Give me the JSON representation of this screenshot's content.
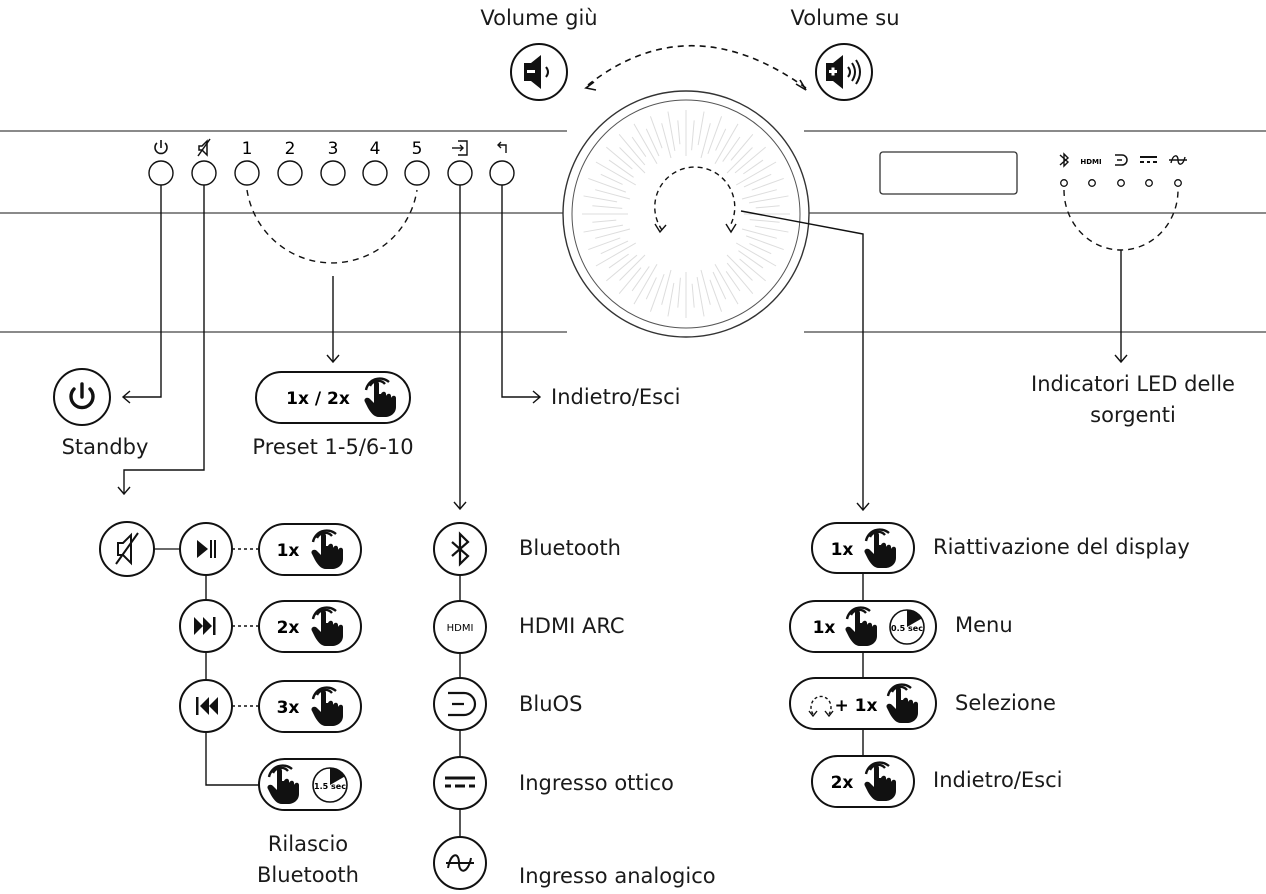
{
  "top": {
    "volume_down": "Volume giù",
    "volume_up": "Volume su"
  },
  "panel": {
    "preset_numbers": [
      "1",
      "2",
      "3",
      "4",
      "5"
    ],
    "source_led_hdmi": "HDMI"
  },
  "labels": {
    "standby": "Standby",
    "preset": "Preset 1-5/6-10",
    "preset_pill": "1x / 2x",
    "back_exit": "Indietro/Esci",
    "source_leds_line1": "Indicatori LED delle",
    "source_leds_line2": "sorgenti",
    "bt_release_line1": "Rilascio",
    "bt_release_line2": "Bluetooth"
  },
  "playback": {
    "tap1": "1x",
    "tap2": "2x",
    "tap3": "3x",
    "hold": "1.5 sec"
  },
  "sources": [
    {
      "icon": "bluetooth-icon",
      "label": "Bluetooth"
    },
    {
      "icon": "hdmi-icon",
      "icon_text": "HDMI",
      "label": "HDMI ARC"
    },
    {
      "icon": "bluos-icon",
      "label": "BluOS"
    },
    {
      "icon": "optical-icon",
      "label": "Ingresso ottico"
    },
    {
      "icon": "analog-icon",
      "label": "Ingresso analogico"
    }
  ],
  "knob_actions": [
    {
      "pill": "1x",
      "label": "Riattivazione del display"
    },
    {
      "pill": "1x",
      "hold": "0.5 sec",
      "label": "Menu"
    },
    {
      "pill": "+ 1x",
      "label": "Selezione"
    },
    {
      "pill": "2x",
      "label": "Indietro/Esci"
    }
  ]
}
